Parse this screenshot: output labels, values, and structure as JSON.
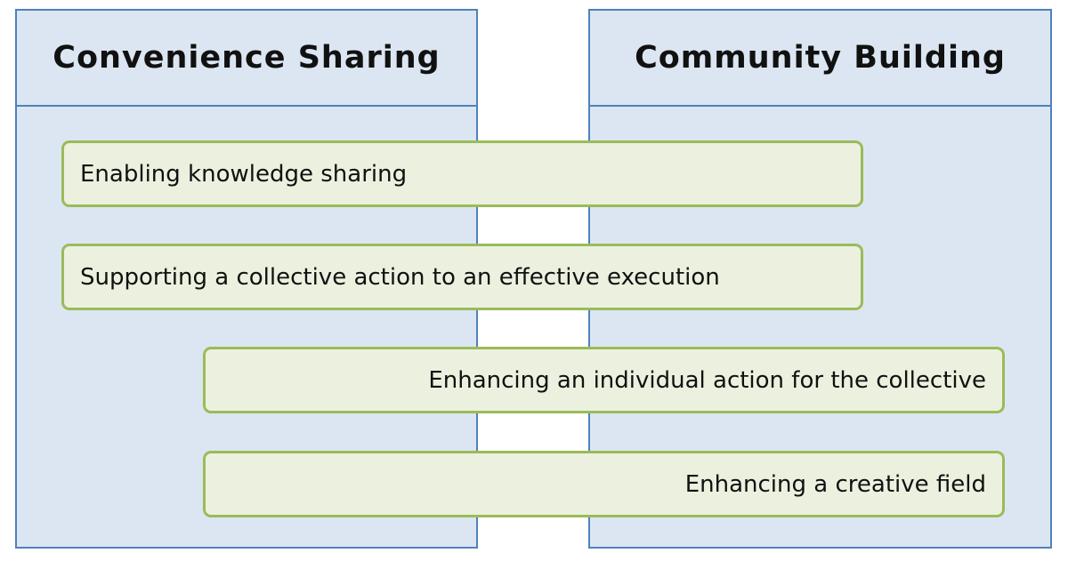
{
  "panels": {
    "left": {
      "title": "Convenience Sharing"
    },
    "right": {
      "title": "Community Building"
    }
  },
  "bars": [
    {
      "label": "Enabling knowledge sharing"
    },
    {
      "label": "Supporting a collective action to an effective execution"
    },
    {
      "label": "Enhancing an individual action for the collective"
    },
    {
      "label": "Enhancing a creative field"
    }
  ],
  "colors": {
    "panel_fill": "#dce6f2",
    "panel_border": "#4f81bd",
    "bar_fill": "#ebf1de",
    "bar_border": "#9bbb59"
  }
}
